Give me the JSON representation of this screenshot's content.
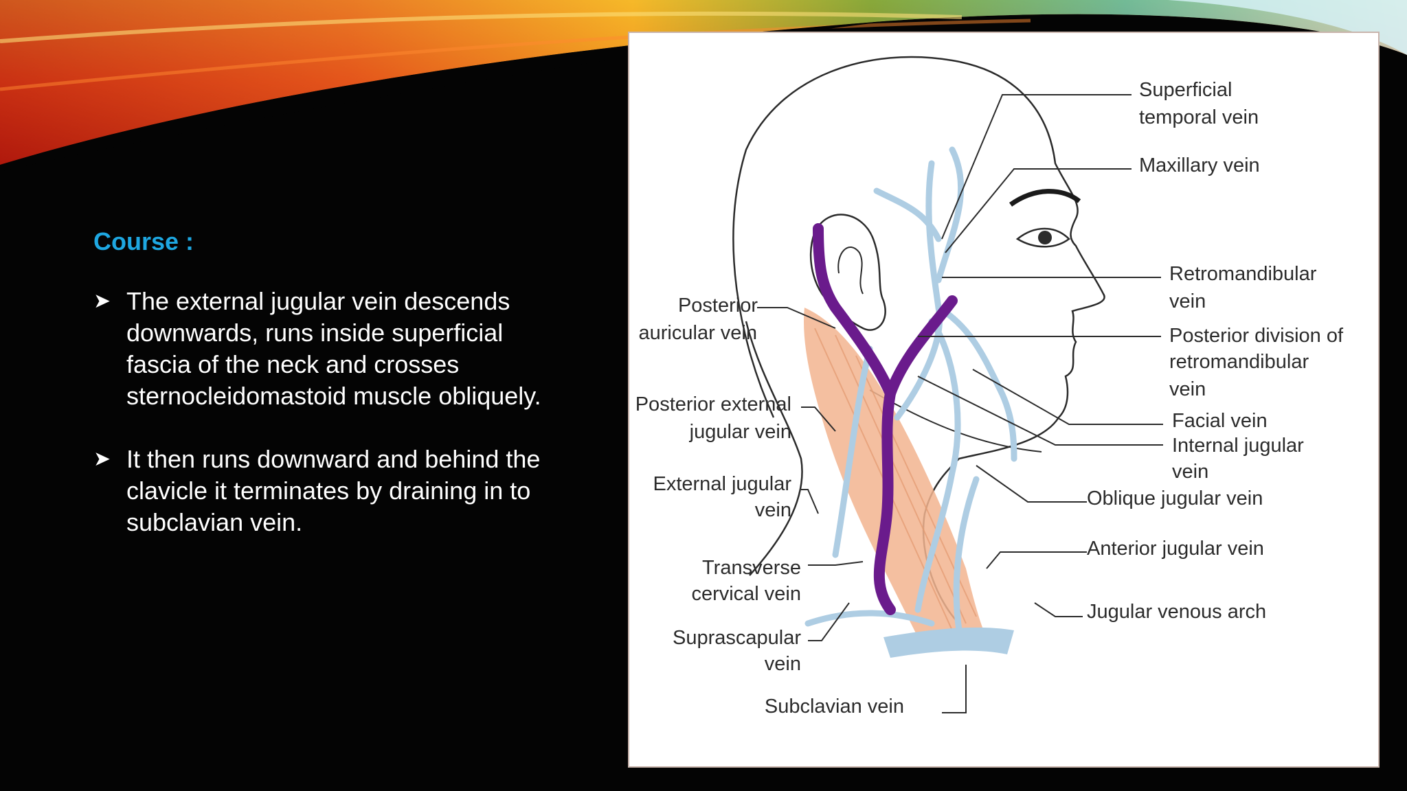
{
  "slide": {
    "heading": "Course :",
    "bullets": [
      {
        "lines": [
          "The external jugular vein descends",
          "downwards, runs inside superficial",
          "fascia of the neck and crosses",
          "sternocleidomastoid muscle obliquely."
        ]
      },
      {
        "lines": [
          "It then runs downward and behind the",
          "clavicle it terminates by draining in to",
          "subclavian vein."
        ]
      }
    ]
  },
  "figure": {
    "labels": {
      "superficial_temporal_1": "Superficial",
      "superficial_temporal_2": "temporal vein",
      "maxillary": "Maxillary vein",
      "retromandibular_1": "Retromandibular",
      "retromandibular_2": "vein",
      "posterior_division_1": "Posterior division of",
      "posterior_division_2": "retromandibular",
      "posterior_division_3": "vein",
      "facial": "Facial vein",
      "internal_jugular_1": "Internal jugular",
      "internal_jugular_2": "vein",
      "oblique_jugular": "Oblique jugular vein",
      "anterior_jugular": "Anterior jugular vein",
      "jugular_venous_arch": "Jugular venous arch",
      "posterior_auricular_1": "Posterior",
      "posterior_auricular_2": "auricular vein",
      "posterior_external_1": "Posterior external",
      "posterior_external_2": "jugular vein",
      "external_jugular_1": "External jugular",
      "external_jugular_2": "vein",
      "transverse_cervical_1": "Transverse",
      "transverse_cervical_2": "cervical vein",
      "suprascapular_1": "Suprascapular",
      "suprascapular_2": "vein",
      "subclavian": "Subclavian vein"
    }
  },
  "colors": {
    "heading": "#1ea7e1",
    "vein_highlight": "#6a1b8c",
    "vein": "#aecde3",
    "muscle": "#f2b48f"
  }
}
